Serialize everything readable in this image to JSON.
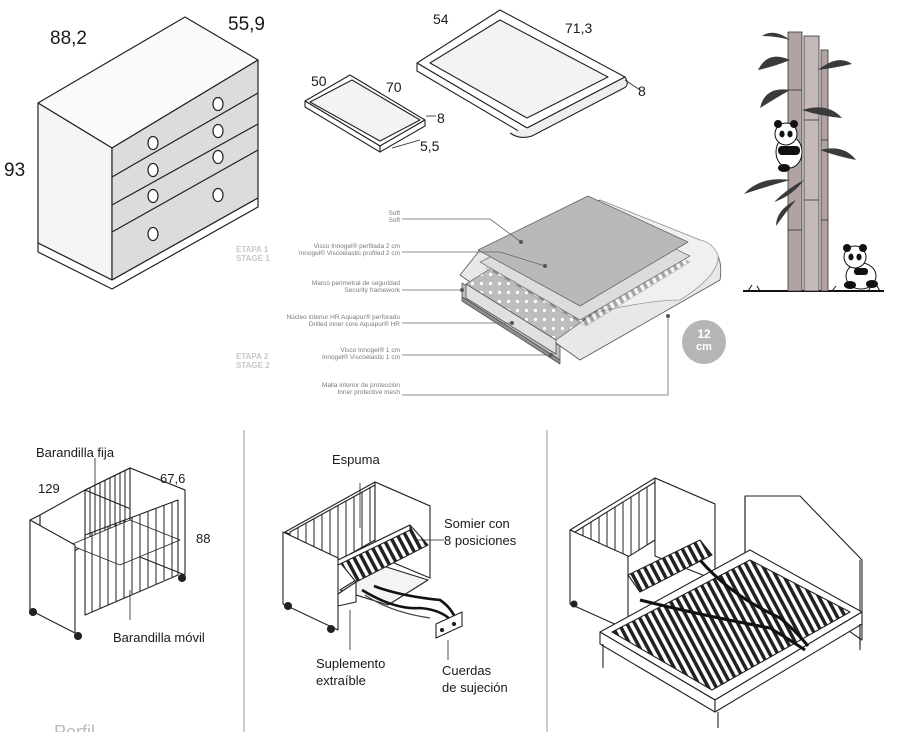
{
  "dresser": {
    "width": "88,2",
    "depth": "55,9",
    "height": "93"
  },
  "changer_small": {
    "depth": "50",
    "width": "70",
    "side": "8",
    "height": "5,5"
  },
  "changer_large": {
    "depth": "54",
    "width": "71,3",
    "side": "8"
  },
  "mattress": {
    "stage1": [
      "ETAPA 1",
      "STAGE 1"
    ],
    "stage2": [
      "ETAPA 2",
      "STAGE 2"
    ],
    "layers": [
      {
        "es": "Soft",
        "en": "Soft"
      },
      {
        "es": "Visco Innogel® perfilada 2 cm",
        "en": "Innogel® Viscoelastic profiled 2 cm"
      },
      {
        "es": "Marco perimetral de seguridad",
        "en": "Security framework"
      },
      {
        "es": "Núcleo interior HR Aquapur® perforado",
        "en": "Drilled inner core Aquapur® HR"
      },
      {
        "es": "Visco Innogel® 1 cm",
        "en": "Innogel® Viscoelastic 1 cm"
      },
      {
        "es": "Malla interior de protección",
        "en": "Inner protective mesh"
      }
    ],
    "thickness": {
      "value": "12",
      "unit": "cm"
    }
  },
  "crib": {
    "fixed_rail": "Barandilla fija",
    "length": "129",
    "width": "67,6",
    "height": "88",
    "movable_rail": "Barandilla móvil"
  },
  "crib_extension": {
    "foam": "Espuma",
    "base": "Somier con\n8 posiciones",
    "drawer": "Suplemento\nextraíble",
    "straps": "Cuerdas\nde sujeción"
  },
  "footer_fragment": "Perfil..."
}
